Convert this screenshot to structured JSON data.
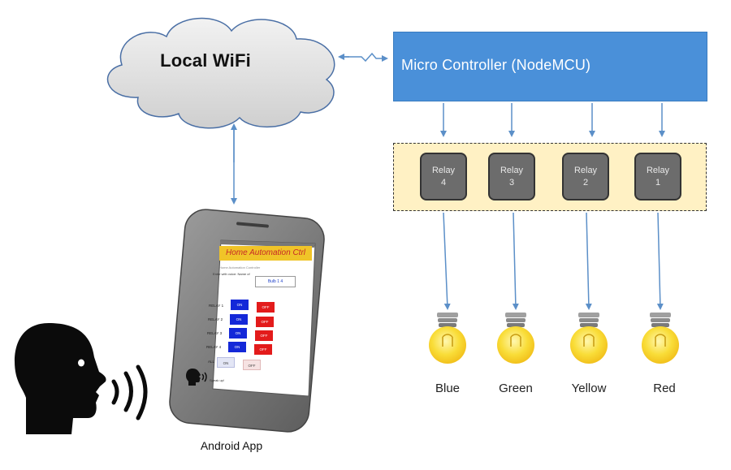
{
  "cloud": {
    "label": "Local WiFi"
  },
  "microcontroller": {
    "label": "Micro Controller  (NodeMCU)",
    "icon": "nodemcu-chip-icon",
    "color": "#4a90d9"
  },
  "relays": [
    {
      "name": "Relay",
      "number": "4"
    },
    {
      "name": "Relay",
      "number": "3"
    },
    {
      "name": "Relay",
      "number": "2"
    },
    {
      "name": "Relay",
      "number": "1"
    }
  ],
  "bulbs": [
    {
      "label": "Blue"
    },
    {
      "label": "Green"
    },
    {
      "label": "Yellow"
    },
    {
      "label": "Red"
    }
  ],
  "phone": {
    "caption": "Android App",
    "app_title": "Home Automation Ctrl",
    "app_subtitle": "Home Automation Controller",
    "prompt": "Enter with voice: Name of",
    "field_value": "Bulb 1 4",
    "rows": [
      {
        "label": "RELAY 1",
        "on": "ON",
        "off": "OFF"
      },
      {
        "label": "RELAY 2",
        "on": "ON",
        "off": "OFF"
      },
      {
        "label": "RELAY 3",
        "on": "ON",
        "off": "OFF"
      },
      {
        "label": "RELAY 4",
        "on": "ON",
        "off": "OFF"
      },
      {
        "label": "ALL",
        "on": "ON",
        "off": "OFF"
      }
    ],
    "mic_label": "Speak up!"
  },
  "speaker": {
    "icon": "speaking-head-icon"
  }
}
